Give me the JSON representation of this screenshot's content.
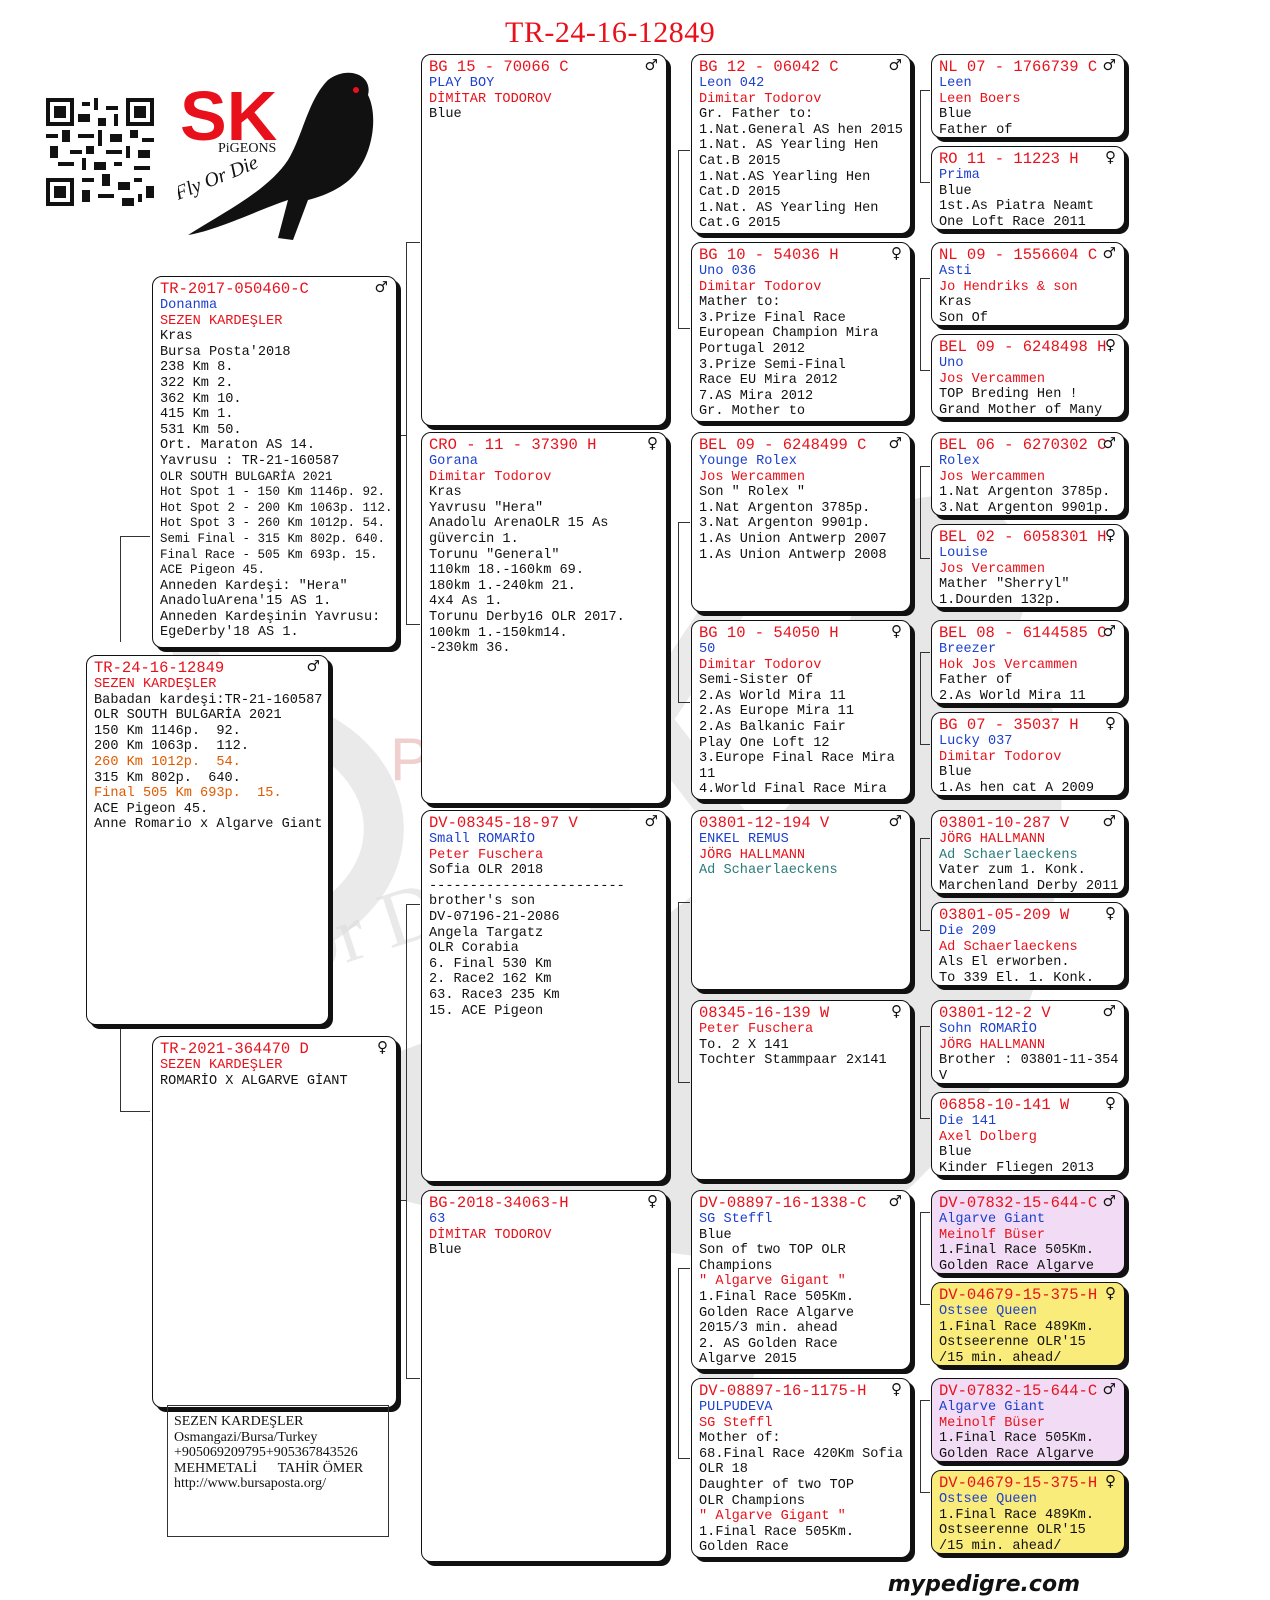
{
  "title": "TR-24-16-12849",
  "footer_brand": "mypedigre.com",
  "logo": {
    "text_main": "SK",
    "text_sub": "PiGEONS",
    "tagline": "Fly Or Die"
  },
  "owner_box": [
    "SEZEN KARDEŞLER",
    "Osmangazi/Bursa/Turkey",
    "+905069209795+905367843526",
    "MEHMETALİ      TAHİR ÖMER",
    "http://www.bursaposta.org/"
  ],
  "sex_symbols": {
    "male": "♂",
    "female": "♀"
  },
  "pigeons": {
    "subject": {
      "id": "TR-24-16-12849",
      "sex": "male",
      "breeder": "SEZEN KARDEŞLER",
      "lines": [
        {
          "t": "Babadan kardeşi:TR-21-160587"
        },
        {
          "t": "OLR SOUTH BULGARİA 2021"
        },
        {
          "t": "150 Km 1146p.  92."
        },
        {
          "t": "200 Km 1063p.  112."
        },
        {
          "t": "260 Km 1012p.  54.",
          "c": "orange"
        },
        {
          "t": "315 Km 802p.  640."
        },
        {
          "t": "Final 505 Km 693p.  15.",
          "c": "orange"
        },
        {
          "t": "ACE Pigeon 45."
        },
        {
          "t": "Anne Romario x Algarve Giant"
        }
      ]
    },
    "sire": {
      "id": "TR-2017-050460-C",
      "sex": "male",
      "name": "Donanma",
      "breeder": "SEZEN KARDEŞLER",
      "lines": [
        {
          "t": "Kras"
        },
        {
          "t": "Bursa Posta'2018"
        },
        {
          "t": "238 Km 8."
        },
        {
          "t": "322 Km 2."
        },
        {
          "t": "362 Km 10."
        },
        {
          "t": "415 Km 1."
        },
        {
          "t": "531 Km 50."
        },
        {
          "t": "Ort. Maraton AS 14."
        },
        {
          "t": "Yavrusu : TR-21-160587"
        },
        {
          "t": "OLR SOUTH BULGARİA 2021",
          "c": "small"
        },
        {
          "t": "Hot Spot 1 - 150 Km 1146p. 92.",
          "c": "small"
        },
        {
          "t": "Hot Spot 2 - 200 Km 1063p. 112.",
          "c": "small"
        },
        {
          "t": "Hot Spot 3 - 260 Km 1012p. 54.",
          "c": "small"
        },
        {
          "t": "Semi Final - 315 Km 802p. 640.",
          "c": "small"
        },
        {
          "t": "Final Race - 505 Km 693p. 15.",
          "c": "small"
        },
        {
          "t": "ACE Pigeon 45.",
          "c": "small"
        },
        {
          "t": "Anneden Kardeşi: \"Hera\""
        },
        {
          "t": "AnadoluArena'15 AS 1."
        },
        {
          "t": "Anneden Kardeşinin Yavrusu:"
        },
        {
          "t": "EgeDerby'18 AS 1."
        }
      ]
    },
    "dam": {
      "id": "TR-2021-364470 D",
      "sex": "female",
      "breeder": "SEZEN KARDEŞLER",
      "lines": [
        {
          "t": "ROMARİO X ALGARVE GİANT"
        }
      ]
    },
    "ss": {
      "id": "BG 15 - 70066 C",
      "sex": "male",
      "name": "PLAY BOY",
      "breeder": "DİMİTAR TODOROV",
      "lines": [
        {
          "t": "Blue"
        }
      ]
    },
    "sd": {
      "id": "CRO - 11 - 37390 H",
      "sex": "female",
      "name": "Gorana",
      "breeder": "Dimitar Todorov",
      "lines": [
        {
          "t": "Kras"
        },
        {
          "t": "Yavrusu \"Hera\""
        },
        {
          "t": "Anadolu ArenaOLR 15 As"
        },
        {
          "t": "güvercin 1."
        },
        {
          "t": "Torunu \"General\""
        },
        {
          "t": "110km 18.-160km 69."
        },
        {
          "t": "180km 1.-240km 21."
        },
        {
          "t": "4x4 As 1."
        },
        {
          "t": "Torunu Derby16 OLR 2017."
        },
        {
          "t": "100km 1.-150km14."
        },
        {
          "t": "-230km 36."
        }
      ]
    },
    "ds": {
      "id": "DV-08345-18-97 V",
      "sex": "male",
      "name": "Small ROMARİO",
      "breeder": "Peter Fuschera",
      "lines": [
        {
          "t": "Sofia OLR 2018"
        },
        {
          "t": "------------------------"
        },
        {
          "t": "brother's son"
        },
        {
          "t": "DV-07196-21-2086"
        },
        {
          "t": "Angela Targatz"
        },
        {
          "t": "OLR Corabia"
        },
        {
          "t": "6. Final 530 Km"
        },
        {
          "t": "2. Race2 162 Km"
        },
        {
          "t": "63. Race3 235 Km"
        },
        {
          "t": "15. ACE Pigeon"
        }
      ]
    },
    "dd": {
      "id": "BG-2018-34063-H",
      "sex": "female",
      "name": "63",
      "breeder": "DİMİTAR TODOROV",
      "lines": [
        {
          "t": "Blue"
        }
      ]
    },
    "sss": {
      "id": "BG 12 - 06042 C",
      "sex": "male",
      "name": "Leon 042",
      "breeder": "Dimitar Todorov",
      "lines": [
        {
          "t": "Gr. Father to:"
        },
        {
          "t": "1.Nat.General AS hen 2015"
        },
        {
          "t": "1.Nat. AS Yearling Hen"
        },
        {
          "t": "Cat.B 2015"
        },
        {
          "t": "1.Nat.AS Yearling Hen"
        },
        {
          "t": "Cat.D 2015"
        },
        {
          "t": "1.Nat. AS Yearling Hen"
        },
        {
          "t": "Cat.G 2015"
        }
      ]
    },
    "ssd": {
      "id": "BG 10 - 54036 H",
      "sex": "female",
      "name": "Uno 036",
      "breeder": "Dimitar Todorov",
      "lines": [
        {
          "t": "Mather to:"
        },
        {
          "t": "3.Prize Final Race"
        },
        {
          "t": "European Champion Mira"
        },
        {
          "t": "Portugal 2012"
        },
        {
          "t": "3.Prize Semi-Final"
        },
        {
          "t": "Race EU Mira 2012"
        },
        {
          "t": "7.AS Mira 2012"
        },
        {
          "t": "Gr. Mother to"
        }
      ]
    },
    "sds": {
      "id": "BEL 09 - 6248499 C",
      "sex": "male",
      "name": "Younge Rolex",
      "breeder": "Jos Wercammen",
      "lines": [
        {
          "t": "Son \" Rolex \""
        },
        {
          "t": "1.Nat Argenton 3785p."
        },
        {
          "t": "3.Nat Argenton 9901p."
        },
        {
          "t": "1.As Union Antwerp 2007"
        },
        {
          "t": "1.As Union Antwerp 2008"
        }
      ]
    },
    "sdd": {
      "id": "BG 10 - 54050 H",
      "sex": "female",
      "name": "50",
      "breeder": "Dimitar Todorov",
      "lines": [
        {
          "t": "Semi-Sister Of"
        },
        {
          "t": "2.As World Mira 11"
        },
        {
          "t": "2.As Europe Mira 11"
        },
        {
          "t": "2.As Balkanic Fair"
        },
        {
          "t": "Play One Loft 12"
        },
        {
          "t": "3.Europe Final Race Mira"
        },
        {
          "t": "11"
        },
        {
          "t": "4.World Final Race Mira"
        }
      ]
    },
    "dss": {
      "id": "03801-12-194 V",
      "sex": "male",
      "name": "ENKEL REMUS",
      "breeder": "JÖRG HALLMANN",
      "lines": [
        {
          "t": "Ad Schaerlaeckens",
          "c": "teal"
        }
      ]
    },
    "dsd": {
      "id": "08345-16-139 W",
      "sex": "female",
      "breeder": "Peter Fuschera",
      "lines": [
        {
          "t": "To. 2 X 141"
        },
        {
          "t": "Tochter Stammpaar 2x141"
        }
      ]
    },
    "dds": {
      "id": "DV-08897-16-1338-C",
      "sex": "male",
      "name": "SG Steffl",
      "lines": [
        {
          "t": "Blue"
        },
        {
          "t": "Son of two TOP OLR"
        },
        {
          "t": "Champions"
        },
        {
          "t": "\" Algarve Gigant \"",
          "c": "breeder"
        },
        {
          "t": "1.Final Race 505Km."
        },
        {
          "t": "Golden Race Algarve"
        },
        {
          "t": "2015/3 min. ahead"
        },
        {
          "t": "2. AS Golden Race"
        },
        {
          "t": "Algarve 2015"
        }
      ]
    },
    "ddd": {
      "id": "DV-08897-16-1175-H",
      "sex": "female",
      "name": "PULPUDEVA",
      "breeder": "SG Steffl",
      "lines": [
        {
          "t": "Mother of:"
        },
        {
          "t": "68.Final Race 420Km Sofia"
        },
        {
          "t": "OLR 18"
        },
        {
          "t": "Daughter of two TOP"
        },
        {
          "t": "OLR Champions"
        },
        {
          "t": "\" Algarve Gigant \"",
          "c": "breeder"
        },
        {
          "t": "1.Final Race 505Km."
        },
        {
          "t": "Golden Race"
        }
      ]
    },
    "g1": {
      "id": "NL 07 - 1766739 C",
      "sex": "male",
      "name": "Leen",
      "breeder": "Leen Boers",
      "lines": [
        {
          "t": "Blue"
        },
        {
          "t": "Father of"
        }
      ]
    },
    "g2": {
      "id": "RO 11 - 11223 H",
      "sex": "female",
      "name": "Prima",
      "lines": [
        {
          "t": "Blue"
        },
        {
          "t": "1st.As Piatra Neamt"
        },
        {
          "t": "One Loft Race 2011"
        }
      ]
    },
    "g3": {
      "id": "NL 09 - 1556604 C",
      "sex": "male",
      "name": "Asti",
      "breeder": "Jo Hendriks & son",
      "lines": [
        {
          "t": "Kras"
        },
        {
          "t": "Son Of"
        }
      ]
    },
    "g4": {
      "id": "BEL 09 - 6248498 H",
      "sex": "female",
      "name": "Uno",
      "breeder": "Jos Vercammen",
      "lines": [
        {
          "t": "TOP Breding Hen !"
        },
        {
          "t": "Grand Mother of Many"
        }
      ]
    },
    "g5": {
      "id": "BEL 06 - 6270302 C",
      "sex": "male",
      "name": "Rolex",
      "breeder": "Jos Wercammen",
      "lines": [
        {
          "t": "1.Nat Argenton 3785p."
        },
        {
          "t": "3.Nat Argenton 9901p."
        }
      ]
    },
    "g6": {
      "id": "BEL 02 - 6058301 H",
      "sex": "female",
      "name": "Louise",
      "breeder": "Jos Vercammen",
      "lines": [
        {
          "t": "Mather \"Sherryl\""
        },
        {
          "t": "1.Dourden 132p."
        }
      ]
    },
    "g7": {
      "id": "BEL 08 - 6144585 C",
      "sex": "male",
      "name": "Breezer",
      "breeder": "Hok Jos Vercammen",
      "lines": [
        {
          "t": "Father of"
        },
        {
          "t": "2.As World Mira 11"
        }
      ]
    },
    "g8": {
      "id": "BG 07 - 35037 H",
      "sex": "female",
      "name": "Lucky 037",
      "breeder": "Dimitar Todorov",
      "lines": [
        {
          "t": "Blue"
        },
        {
          "t": "1.As hen cat A 2009"
        }
      ]
    },
    "g9": {
      "id": "03801-10-287 V",
      "sex": "male",
      "breeder": "JÖRG HALLMANN",
      "lines": [
        {
          "t": "Ad Schaerlaeckens",
          "c": "teal"
        },
        {
          "t": "Vater zum 1. Konk."
        },
        {
          "t": "Marchenland Derby 2011"
        }
      ]
    },
    "g10": {
      "id": "03801-05-209 W",
      "sex": "female",
      "name": "Die 209",
      "breeder": "Ad Schaerlaeckens",
      "lines": [
        {
          "t": "Als El erworben."
        },
        {
          "t": "To 339 El. 1. Konk."
        }
      ]
    },
    "g11": {
      "id": "03801-12-2 V",
      "sex": "male",
      "name": "Sohn ROMARİO",
      "breeder": "JÖRG HALLMANN",
      "lines": [
        {
          "t": "Brother : 03801-11-354"
        },
        {
          "t": "V"
        }
      ]
    },
    "g12": {
      "id": "06858-10-141 W",
      "sex": "female",
      "name": "Die 141",
      "breeder": "Axel Dolberg",
      "lines": [
        {
          "t": "Blue"
        },
        {
          "t": "Kinder Fliegen 2013"
        }
      ]
    },
    "g13": {
      "id": "DV-07832-15-644-C",
      "sex": "male",
      "name": "Algarve Giant",
      "breeder": "Meinolf Büser",
      "lines": [
        {
          "t": "1.Final Race 505Km."
        },
        {
          "t": "Golden Race Algarve"
        }
      ]
    },
    "g14": {
      "id": "DV-04679-15-375-H",
      "sex": "female",
      "name": "Ostsee Queen",
      "lines": [
        {
          "t": "1.Final Race 489Km."
        },
        {
          "t": "Ostseerenne OLR'15"
        },
        {
          "t": "/15 min. ahead/"
        }
      ]
    },
    "g15": {
      "id": "DV-07832-15-644-C",
      "sex": "male",
      "name": "Algarve Giant",
      "breeder": "Meinolf Büser",
      "lines": [
        {
          "t": "1.Final Race 505Km."
        },
        {
          "t": "Golden Race Algarve"
        }
      ]
    },
    "g16": {
      "id": "DV-04679-15-375-H",
      "sex": "female",
      "name": "Ostsee Queen",
      "lines": [
        {
          "t": "1.Final Race 489Km."
        },
        {
          "t": "Ostseerenne OLR'15"
        },
        {
          "t": "/15 min. ahead/"
        }
      ]
    }
  }
}
